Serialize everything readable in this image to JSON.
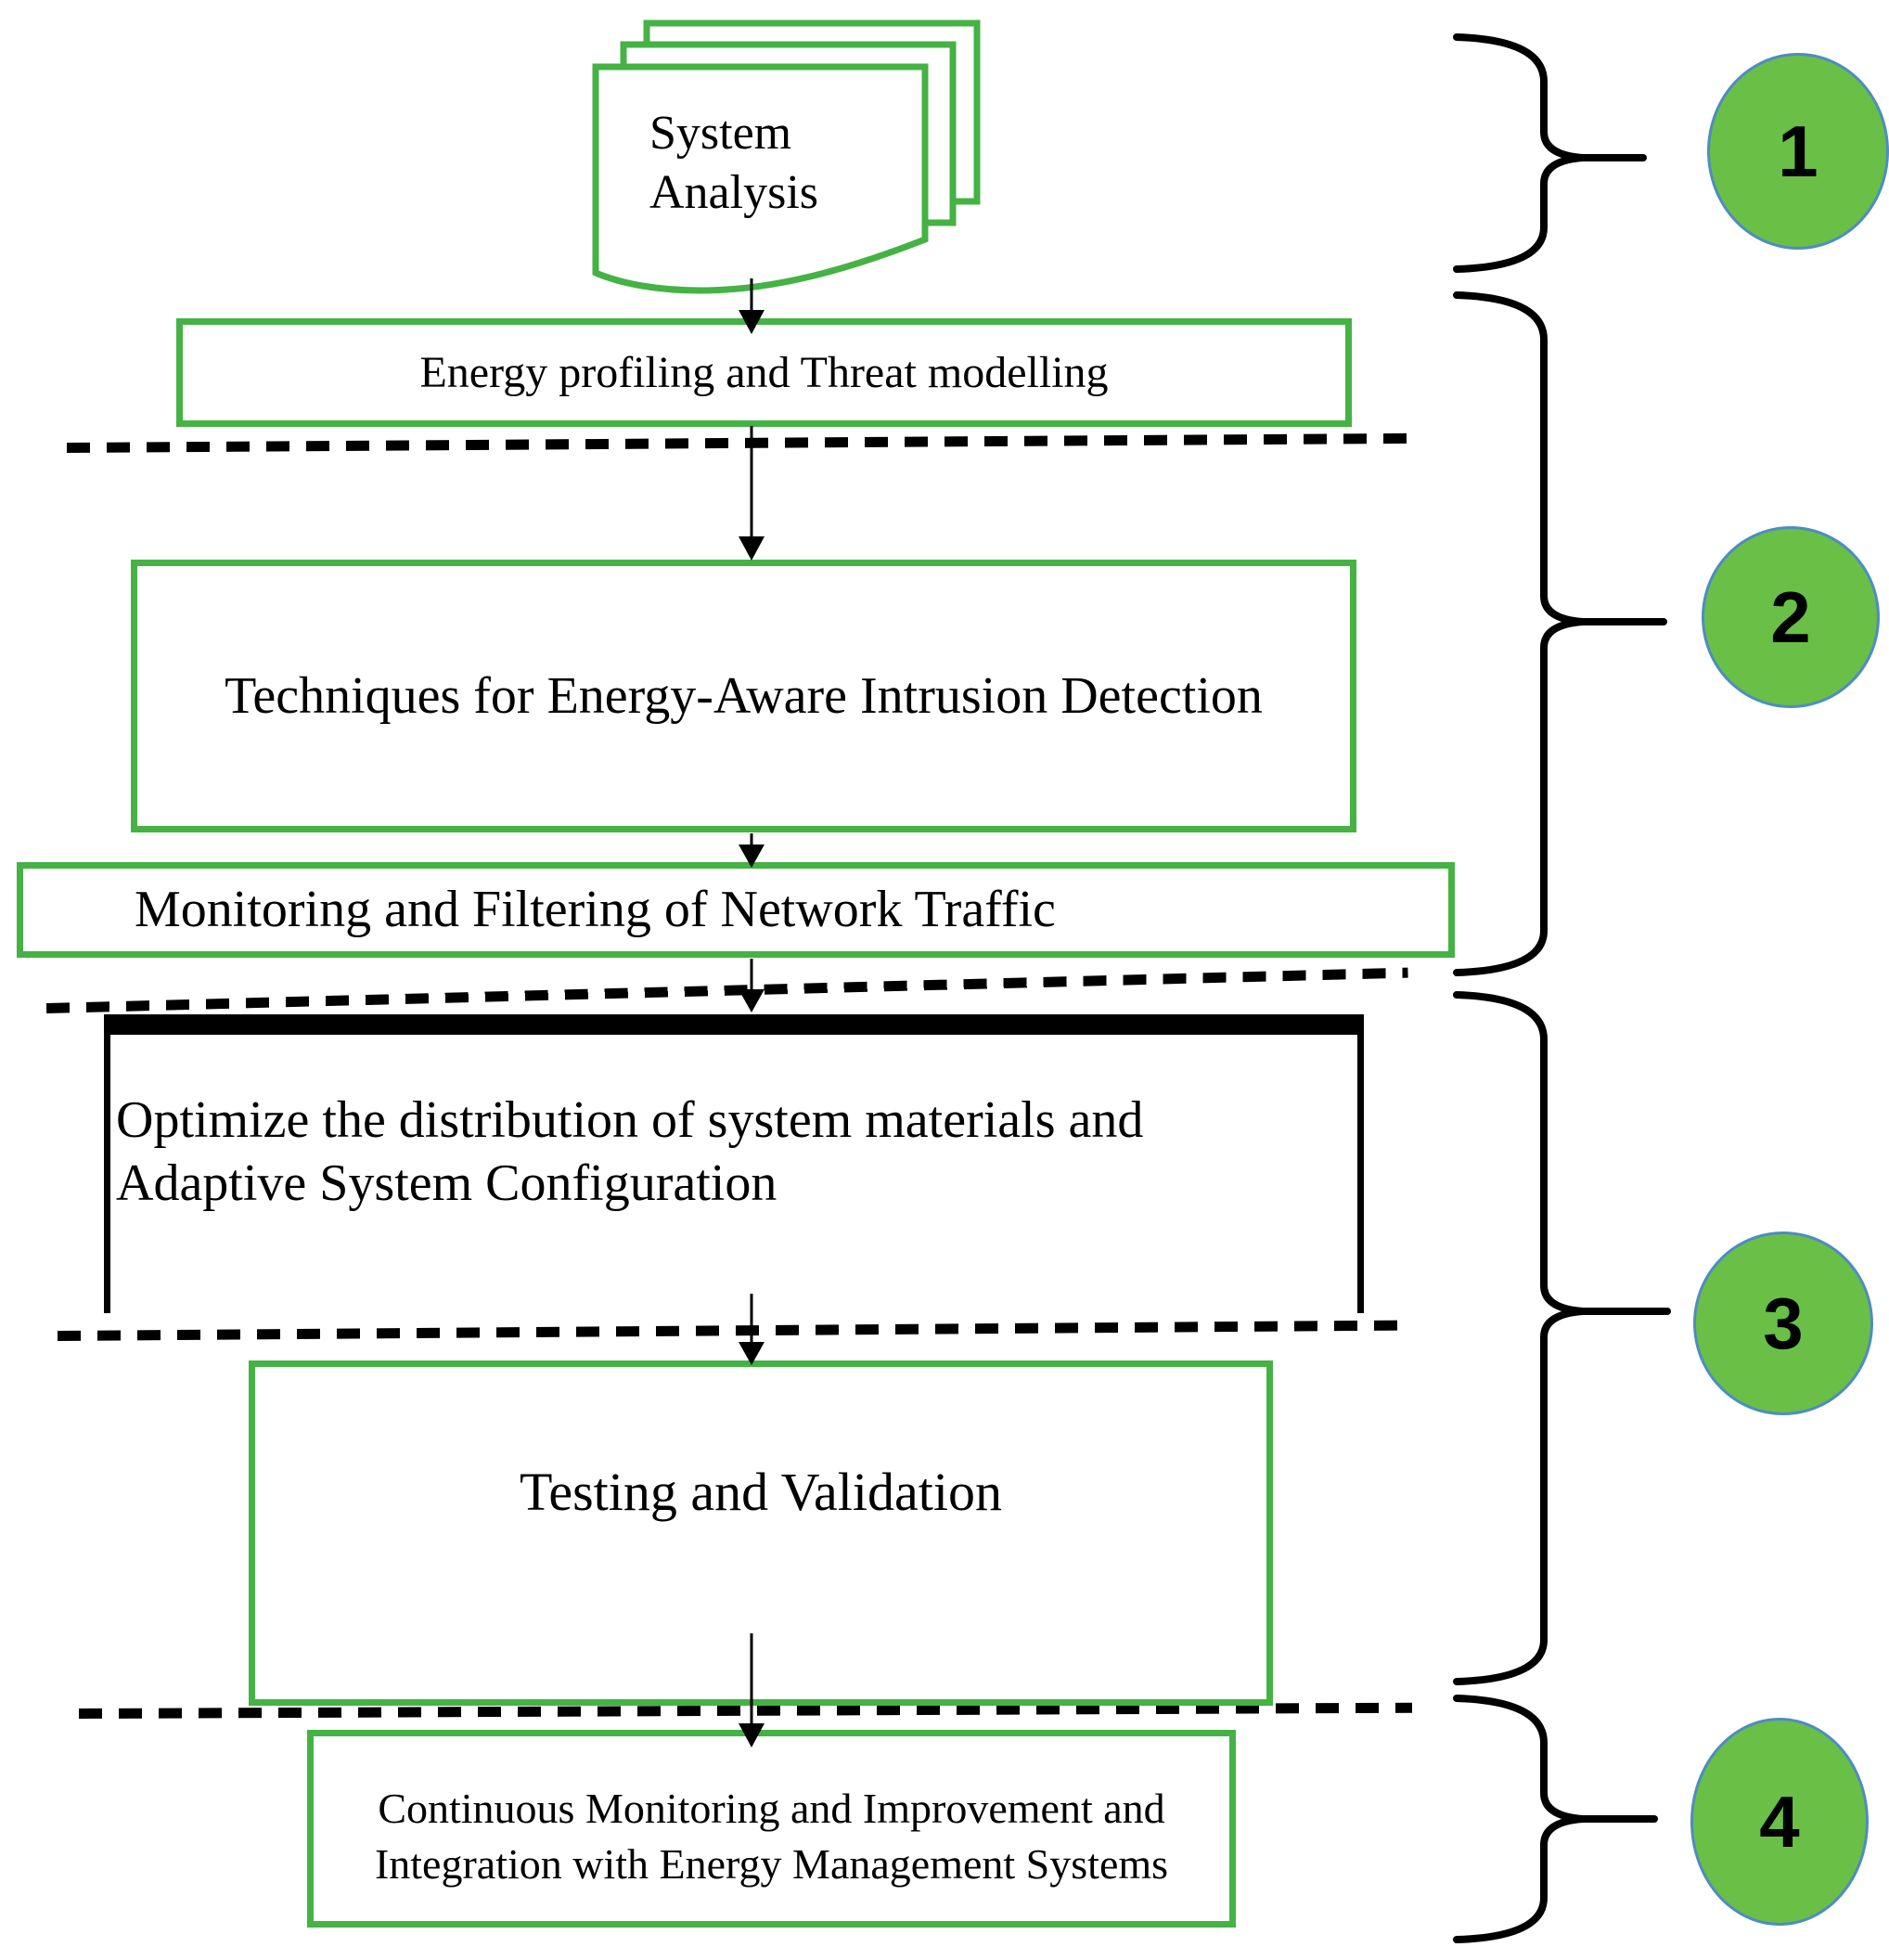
{
  "flowchart": {
    "document": {
      "line1": "System",
      "line2": "Analysis"
    },
    "boxes": {
      "energy": "Energy profiling and Threat modelling",
      "techniques": "Techniques for Energy-Aware Intrusion Detection",
      "monitoring": "Monitoring and Filtering of Network Traffic",
      "optimize_line1": "Optimize the distribution of system materials and",
      "optimize_line2": "Adaptive System Configuration",
      "testing": "Testing and Validation",
      "continuous_line1": "Continuous Monitoring and Improvement and",
      "continuous_line2": "Integration with Energy Management Systems"
    },
    "phases": [
      {
        "number": "1"
      },
      {
        "number": "2"
      },
      {
        "number": "3"
      },
      {
        "number": "4"
      }
    ],
    "colors": {
      "box_border_green": "#45b244",
      "circle_fill_green": "#6abf47",
      "circle_border_blue": "#4e8cc2",
      "line_black": "#000000",
      "background": "#ffffff"
    }
  }
}
